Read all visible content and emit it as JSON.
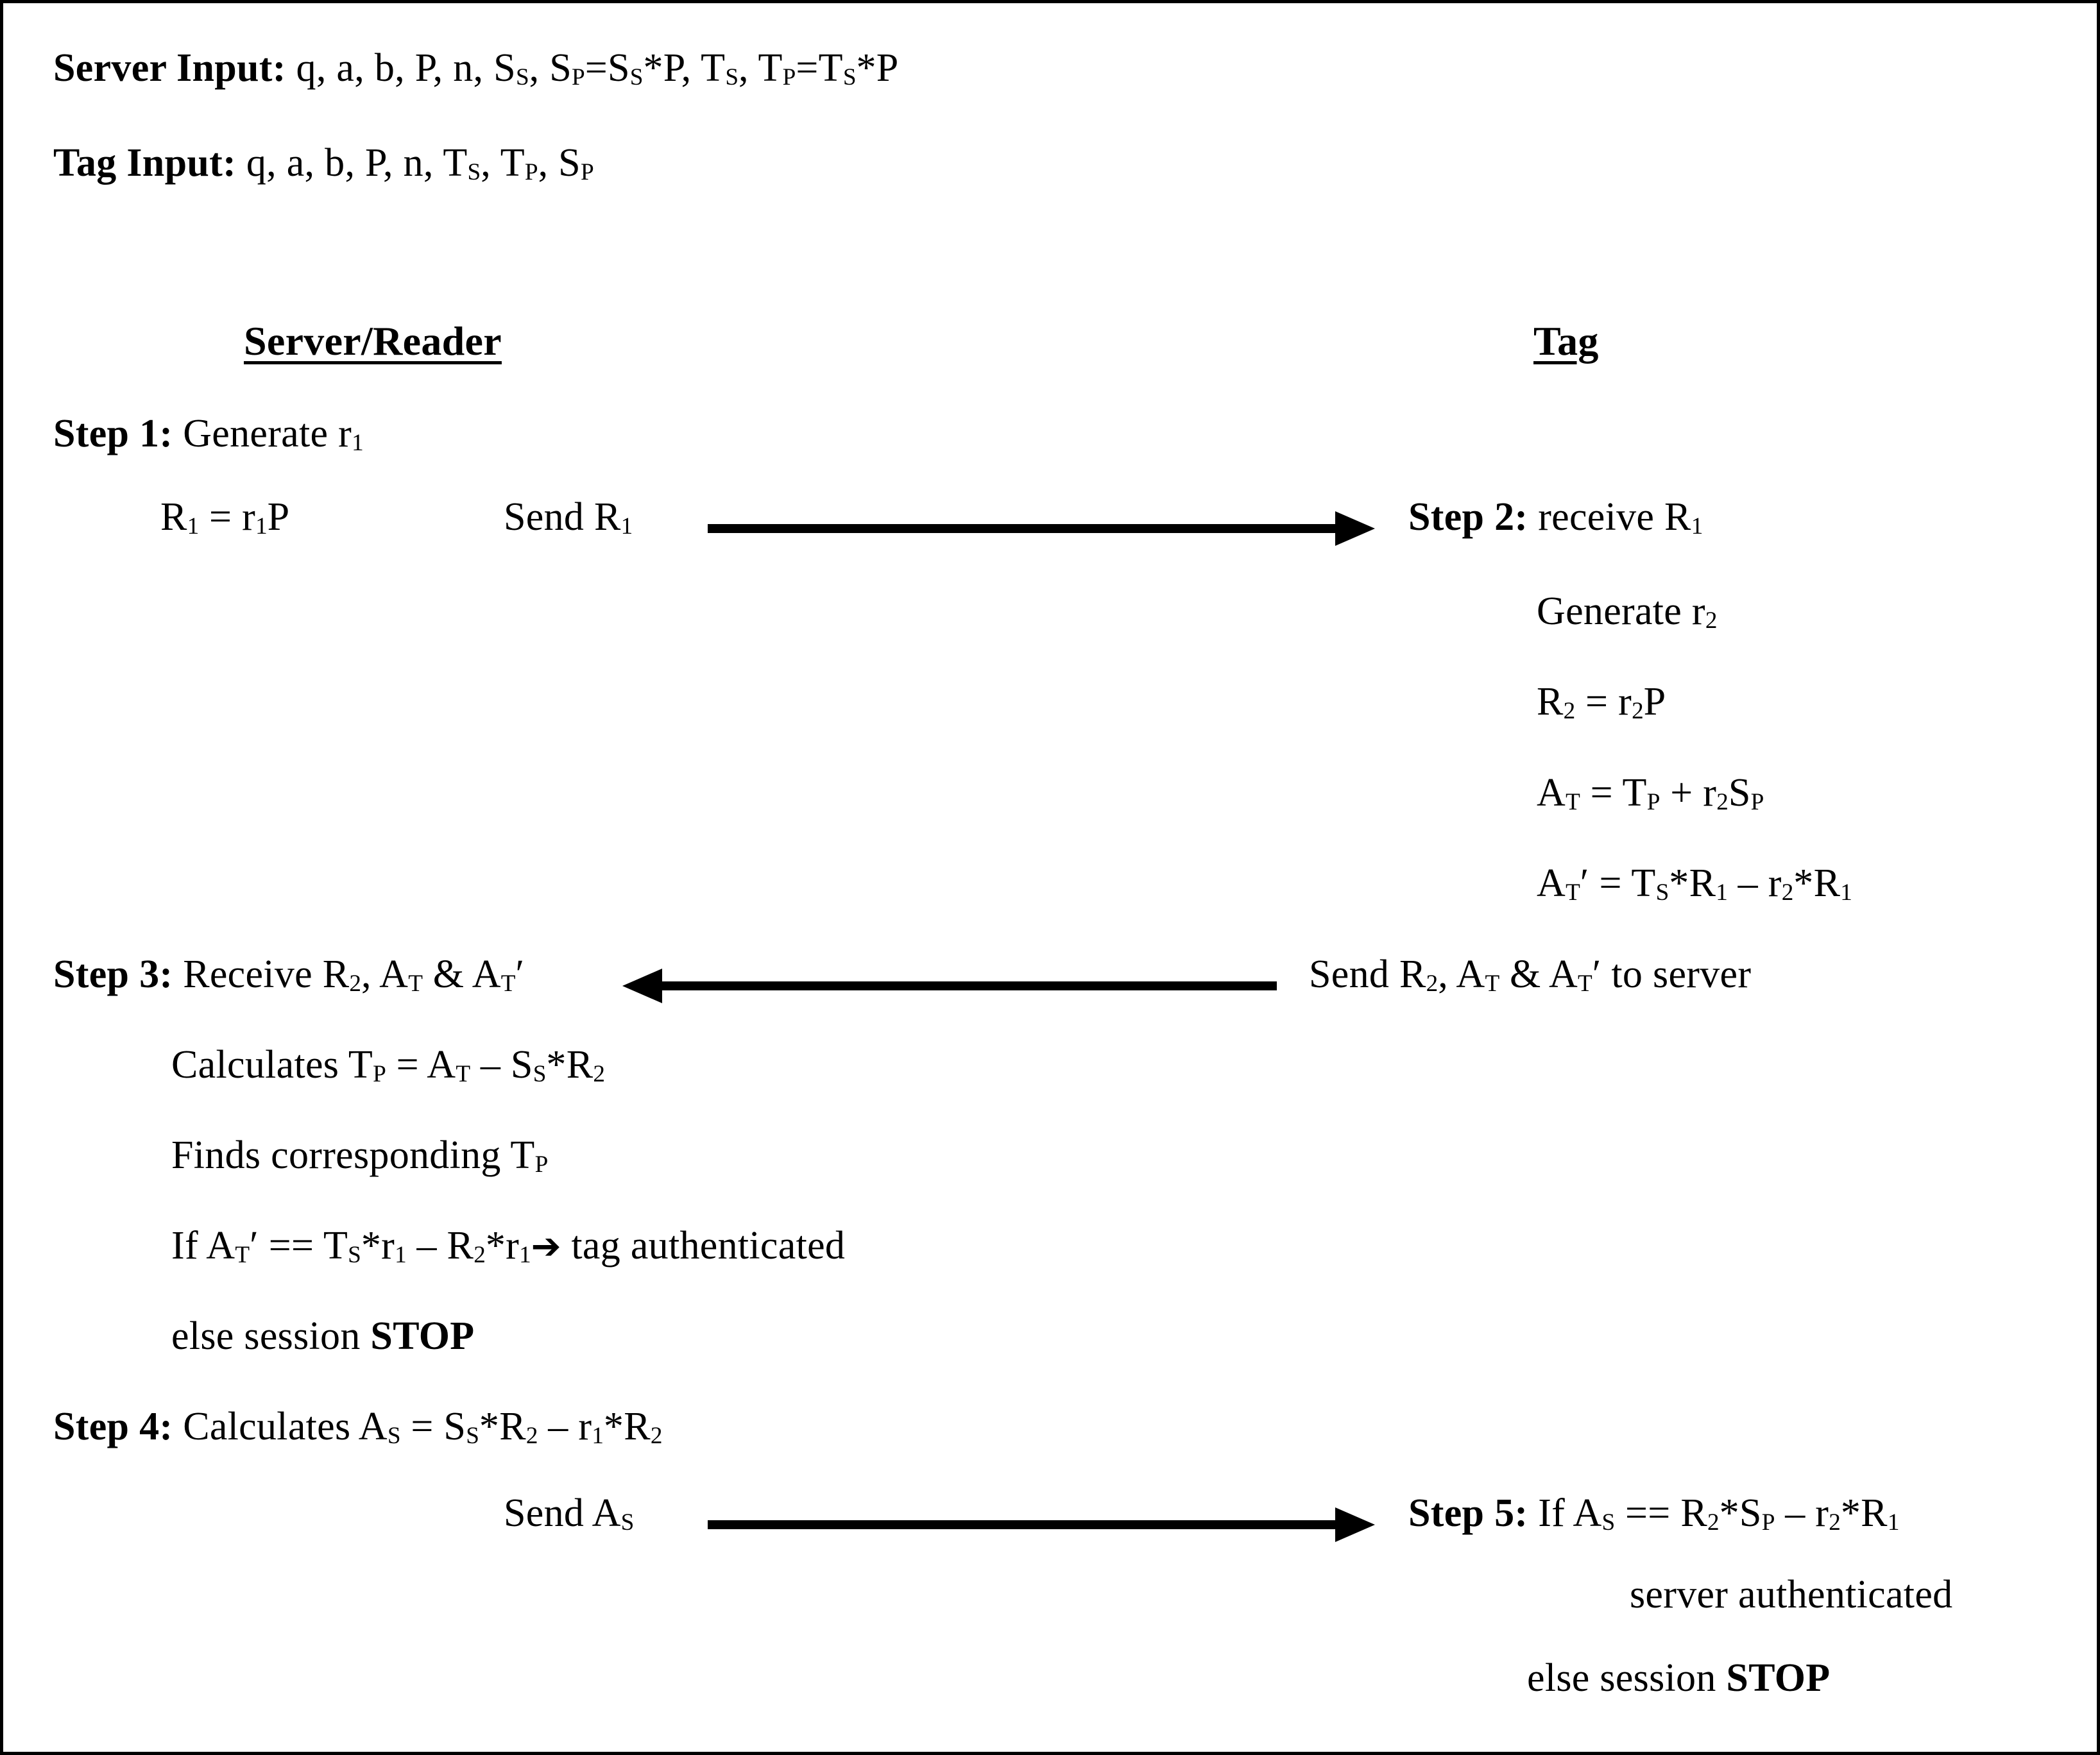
{
  "figure": {
    "kind": "protocol-sequence-diagram",
    "border_color": "#000000",
    "background_color": "#ffffff",
    "text_color": "#000000"
  },
  "inputs": {
    "server_label": "Server Input:",
    "server_params": "q, a, b, P, n, Sₛ, Sₚ=Sₛ*P, Tₛ, Tₚ=Tₛ*P",
    "server_params_plain": "q, a, b, P, n, Ss, SP=Ss*P, Ts, TP=Ts*P",
    "tag_label": "Tag Input:",
    "tag_params_plain": "q, a, b, P, n, Ts, TP, SP"
  },
  "columns": {
    "left_header": "Server/Reader",
    "right_header": "Tag"
  },
  "left_column": {
    "step1_label": "Step 1:",
    "step1_text": "Generate r",
    "step1_sub": "1",
    "r1_eq": {
      "lhs": "R",
      "lhs_sub": "1",
      "mid": " = r",
      "mid_sub": "1",
      "rhs": "P"
    },
    "send_r1": {
      "text": "Send R",
      "sub": "1"
    },
    "step3_label": "Step 3:",
    "step3_text": {
      "a": "Receive R",
      "a_sub": "2",
      "b": ", A",
      "b_sub": "T",
      "c": " & A",
      "c_sub": "T",
      "d": "′"
    },
    "calc_tp": {
      "a": "Calculates T",
      "a_sub": "P",
      "b": " = A",
      "b_sub": "T",
      "c": " – S",
      "c_sub": "S",
      "d": "*R",
      "d_sub": "2"
    },
    "finds_tp": {
      "a": "Finds corresponding T",
      "a_sub": "P"
    },
    "if_at": {
      "a": "If A",
      "a_sub": "T",
      "a_prime": "′",
      "b": " == T",
      "b_sub": "S",
      "c": "*r",
      "c_sub": "1",
      "d": " – R",
      "d_sub": "2",
      "e": "*r",
      "e_sub": "1",
      "arrow_glyph": "➔",
      "f": " tag authenticated"
    },
    "else_stop": {
      "text": "else session ",
      "bold": "STOP"
    },
    "step4_label": "Step 4:",
    "step4_text": {
      "a": "Calculates A",
      "a_sub": "S",
      "b": " = S",
      "b_sub": "S",
      "c": "*R",
      "c_sub": "2",
      "d": " – r",
      "d_sub": "1",
      "e": "*R",
      "e_sub": "2"
    },
    "send_as": {
      "text": "Send A",
      "sub": "S"
    }
  },
  "right_column": {
    "step2_label": "Step 2:",
    "step2_text": {
      "a": "receive R",
      "a_sub": "1"
    },
    "generate_r2": {
      "a": "Generate r",
      "a_sub": "2"
    },
    "r2_eq": {
      "a": "R",
      "a_sub": "2",
      "b": " = r",
      "b_sub": "2",
      "c": "P"
    },
    "at_eq": {
      "a": "A",
      "a_sub": "T",
      "b": " = T",
      "b_sub": "P",
      "c": " + r",
      "c_sub": "2",
      "d": "S",
      "d_sub": "P"
    },
    "at_prime_eq": {
      "a": "A",
      "a_sub": "T",
      "a_prime": "′",
      "b": " = T",
      "b_sub": "S",
      "c": "*R",
      "c_sub": "1",
      "d": " – r",
      "d_sub": "2",
      "e": "*R",
      "e_sub": "1"
    },
    "send_r2": {
      "a": "Send R",
      "a_sub": "2",
      "b": ", A",
      "b_sub": "T",
      "c": " & A",
      "c_sub": "T",
      "c_prime": "′",
      "d": " to server"
    },
    "step5_label": "Step 5:",
    "step5_text": {
      "a": "If A",
      "a_sub": "S",
      "b": " == R",
      "b_sub": "2",
      "c": "*S",
      "c_sub": "P",
      "d": " – r",
      "d_sub": "2",
      "e": "*R",
      "e_sub": "1"
    },
    "server_authenticated": "server authenticated",
    "else_stop": {
      "text": "else session ",
      "bold": "STOP"
    }
  },
  "arrows": [
    {
      "name": "arrow-server-to-tag-r1",
      "direction": "right",
      "label": "Send R1"
    },
    {
      "name": "arrow-tag-to-server-r2",
      "direction": "left",
      "label": "Send R2, AT & AT' to server"
    },
    {
      "name": "arrow-server-to-tag-as",
      "direction": "right",
      "label": "Send AS"
    }
  ]
}
